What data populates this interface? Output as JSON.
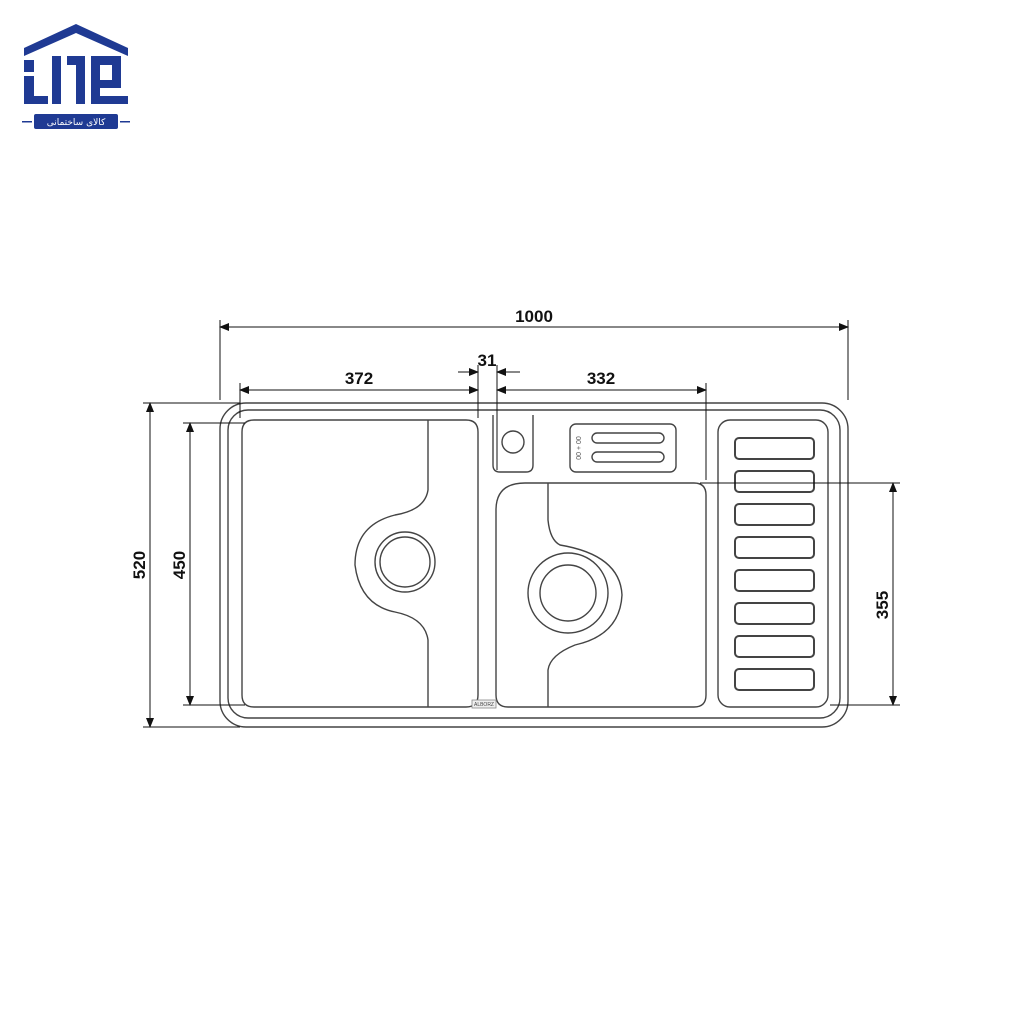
{
  "logo": {
    "text": "کالای ساختمانی",
    "color": "#1f3a93"
  },
  "drawing": {
    "dimensions": {
      "overall_width": "1000",
      "left_bowl_width": "372",
      "divider_width": "31",
      "right_bowl_width": "332",
      "overall_depth": "520",
      "bowl_depth": "450",
      "right_bowl_depth": "355"
    },
    "brand_plate": "ALBORZ",
    "control_label": "00 + 00",
    "line_color": "#444444",
    "dimension_color": "#111111"
  }
}
